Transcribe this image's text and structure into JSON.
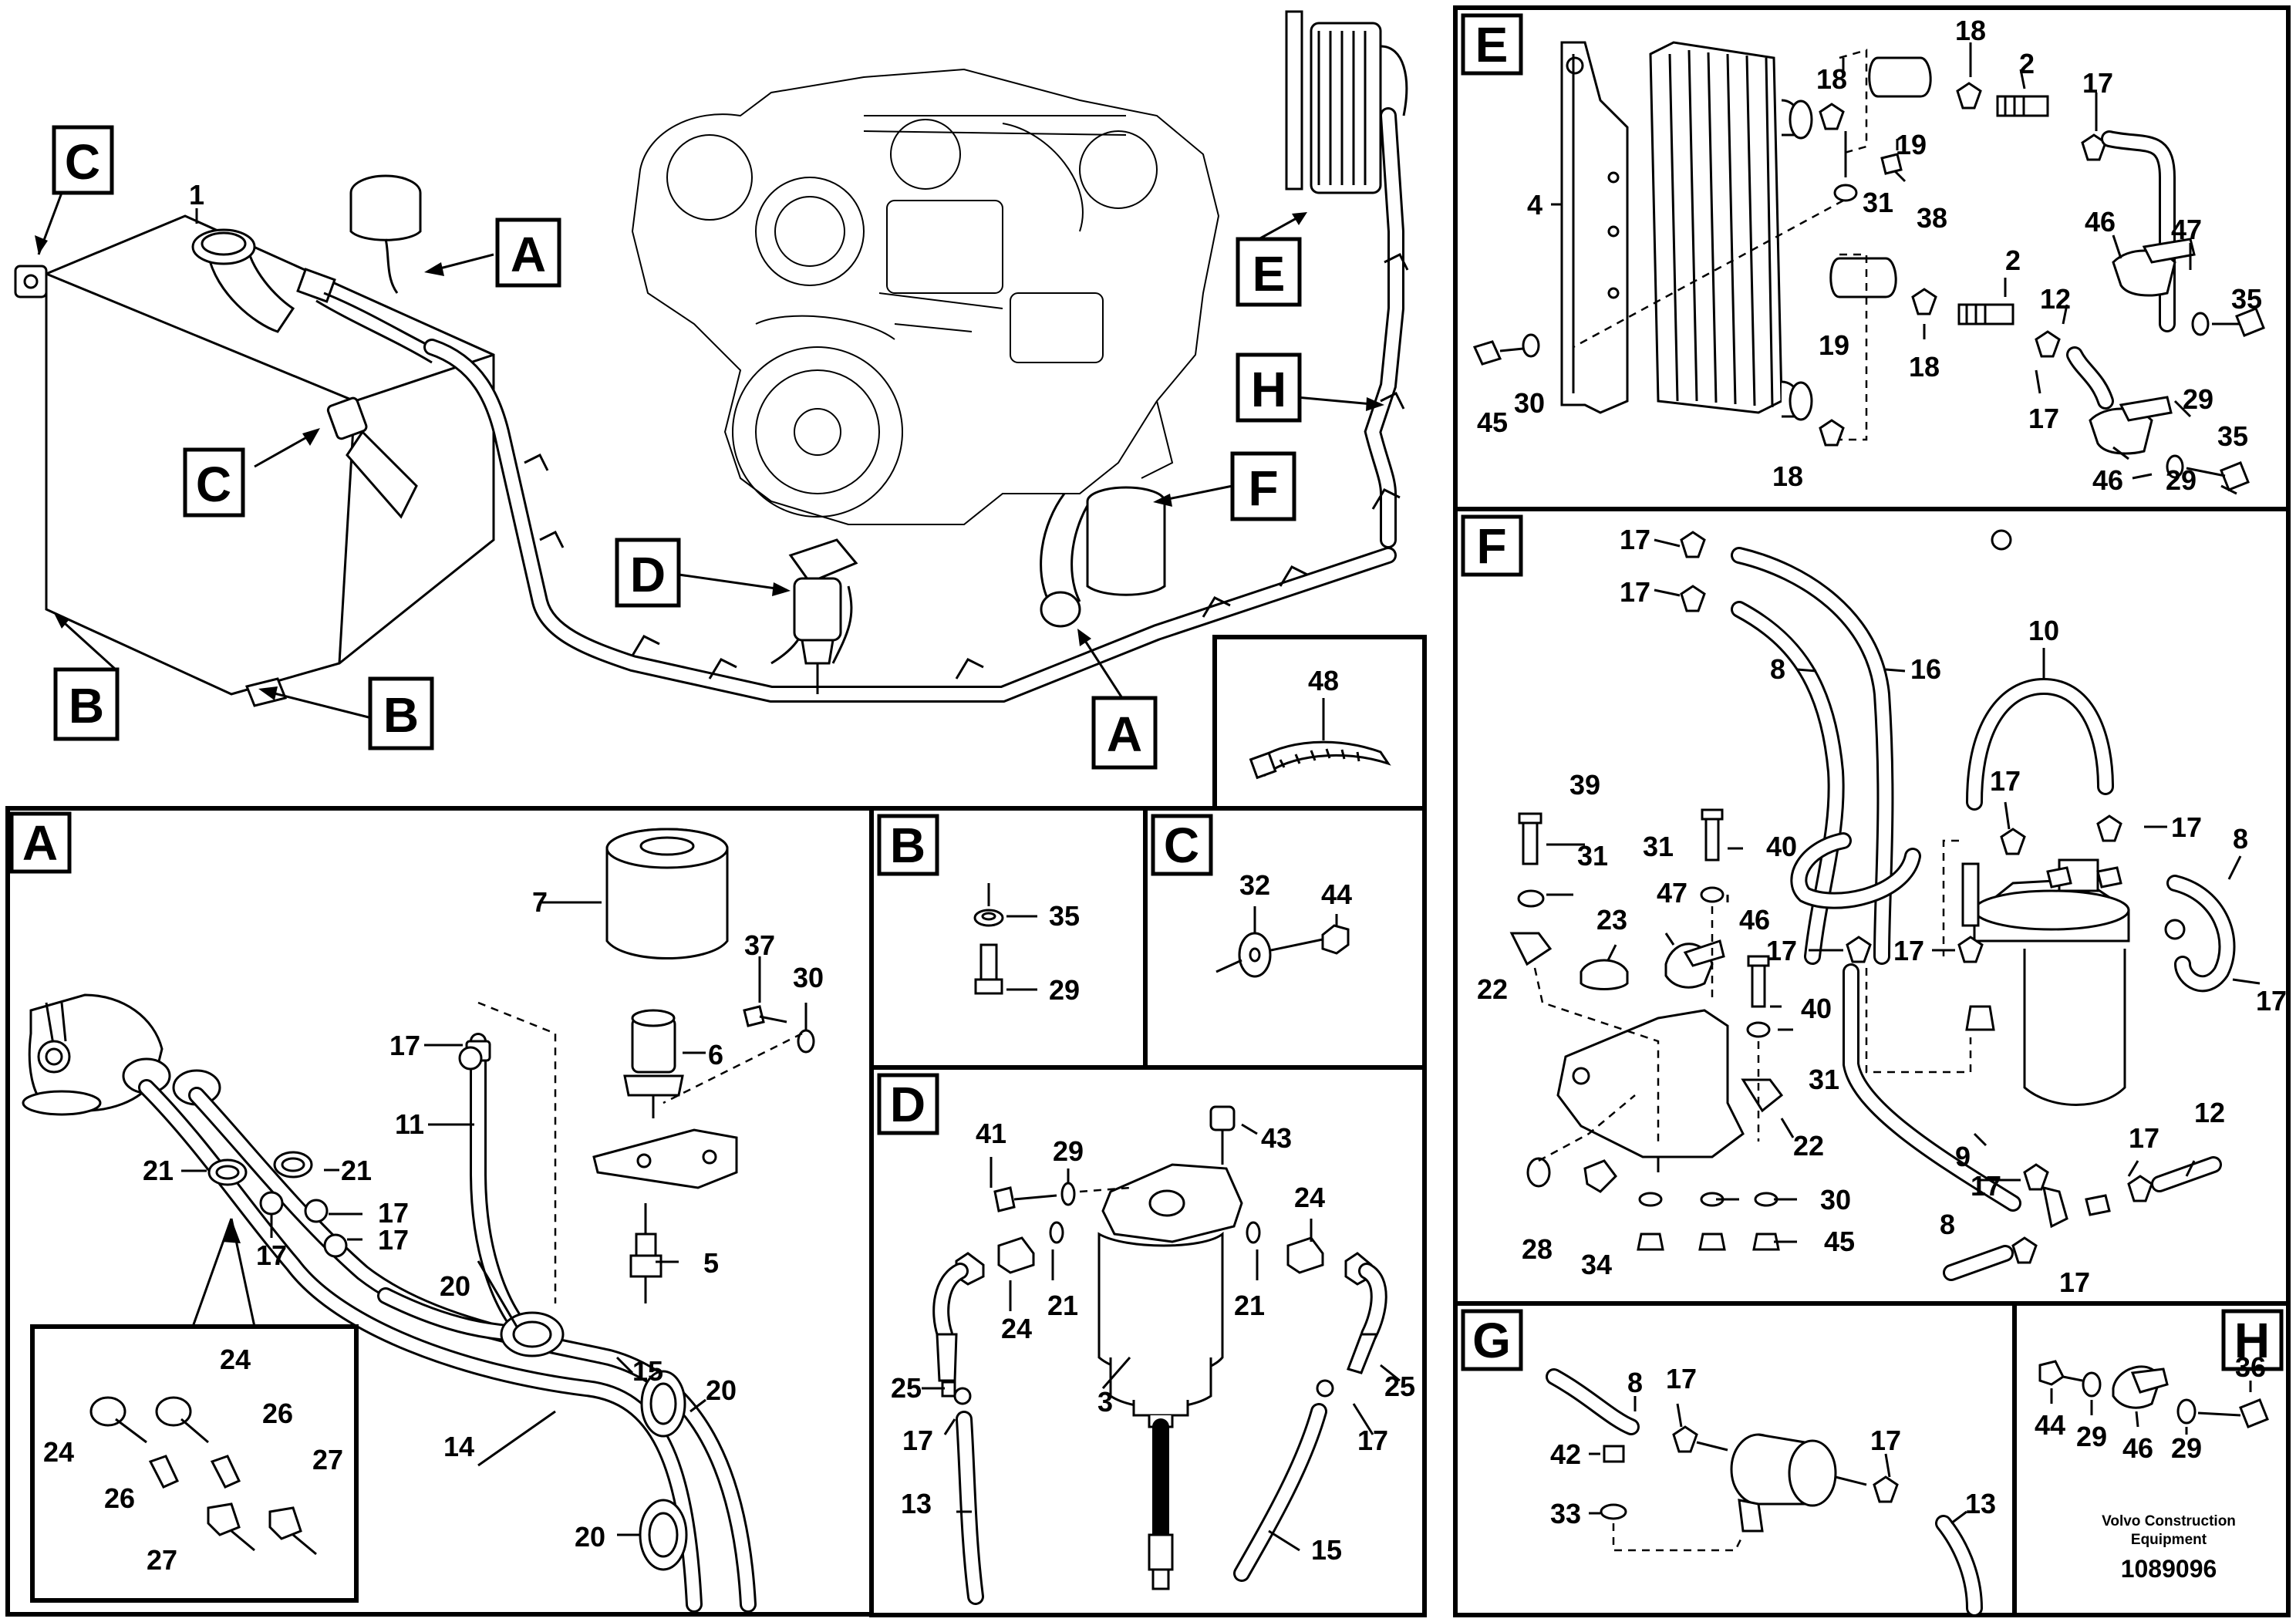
{
  "section_letters": {
    "a": "A",
    "b": "B",
    "c": "C",
    "d": "D",
    "e": "E",
    "f": "F",
    "g": "G",
    "h": "H"
  },
  "part_numbers": {
    "p1": "1",
    "p2": "2",
    "p3": "3",
    "p4": "4",
    "p5": "5",
    "p6": "6",
    "p7": "7",
    "p8": "8",
    "p9": "9",
    "p10": "10",
    "p11": "11",
    "p12": "12",
    "p13": "13",
    "p14": "14",
    "p15": "15",
    "p16": "16",
    "p17": "17",
    "p18": "18",
    "p19": "19",
    "p20": "20",
    "p21": "21",
    "p22": "22",
    "p23": "23",
    "p24": "24",
    "p25": "25",
    "p26": "26",
    "p27": "27",
    "p28": "28",
    "p29": "29",
    "p30": "30",
    "p31": "31",
    "p32": "32",
    "p33": "33",
    "p34": "34",
    "p35": "35",
    "p36": "36",
    "p37": "37",
    "p38": "38",
    "p39": "39",
    "p40": "40",
    "p41": "41",
    "p42": "42",
    "p43": "43",
    "p44": "44",
    "p45": "45",
    "p46": "46",
    "p47": "47",
    "p48": "48"
  },
  "footer": {
    "brand_line1": "Volvo Construction",
    "brand_line2": "Equipment",
    "drawing_number": "1089096"
  }
}
